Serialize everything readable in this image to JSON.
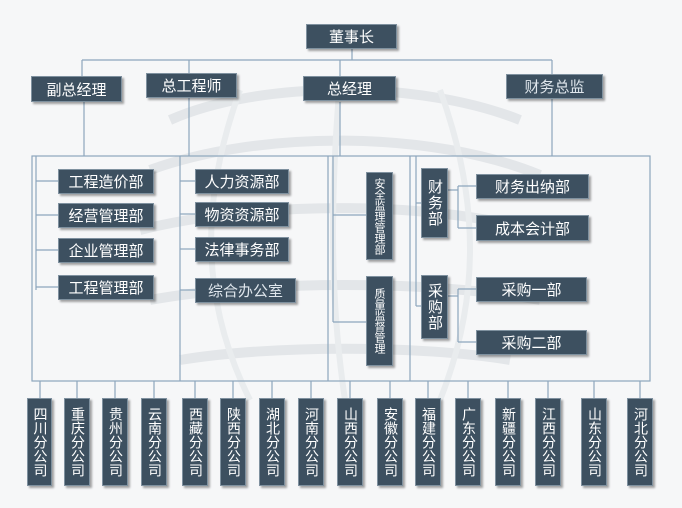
{
  "top": {
    "chairman": "董事长"
  },
  "executives": {
    "vice_gm": "副总经理",
    "chief_engineer": "总工程师",
    "gm": "总经理",
    "cfo": "财务总监"
  },
  "vice_gm_depts": [
    "工程造价部",
    "经营管理部",
    "企业管理部",
    "工程管理部"
  ],
  "engineer_depts": [
    "人力资源部",
    "物资资源部",
    "法律事务部",
    "综合办公室"
  ],
  "gm_depts": {
    "safety": "安全监理管理部",
    "quality": "质量监督管理"
  },
  "finance": {
    "group": "财务部",
    "items": [
      "财务出纳部",
      "成本会计部"
    ]
  },
  "procurement": {
    "group": "采购部",
    "items": [
      "采购一部",
      "采购二部"
    ]
  },
  "branches": [
    "四川分公司",
    "重庆分公司",
    "贵州分公司",
    "云南分公司",
    "西藏分公司",
    "陕西分公司",
    "湖北分公司",
    "河南分公司",
    "山西分公司",
    "安徽分公司",
    "福建分公司",
    "广东分公司",
    "新疆分公司",
    "江西分公司",
    "山东分公司",
    "河北分公司"
  ],
  "colors": {
    "box": "#3d5060",
    "line": "#8da6bd",
    "background": "#f6f7f8"
  }
}
